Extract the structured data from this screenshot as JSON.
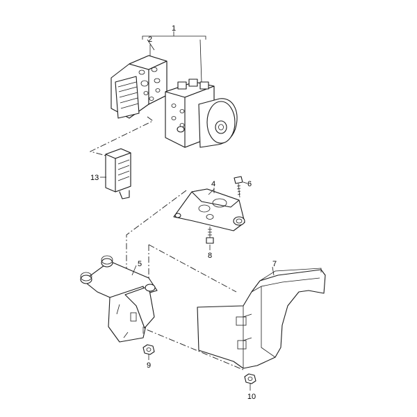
{
  "callouts": {
    "c1": "1",
    "c2": "2",
    "c4": "4",
    "c5": "5",
    "c6": "6",
    "c7": "7",
    "c8": "8",
    "c9": "9",
    "c10": "10",
    "c13": "13"
  },
  "colors": {
    "line": "#1a1a1a",
    "background": "#ffffff"
  }
}
